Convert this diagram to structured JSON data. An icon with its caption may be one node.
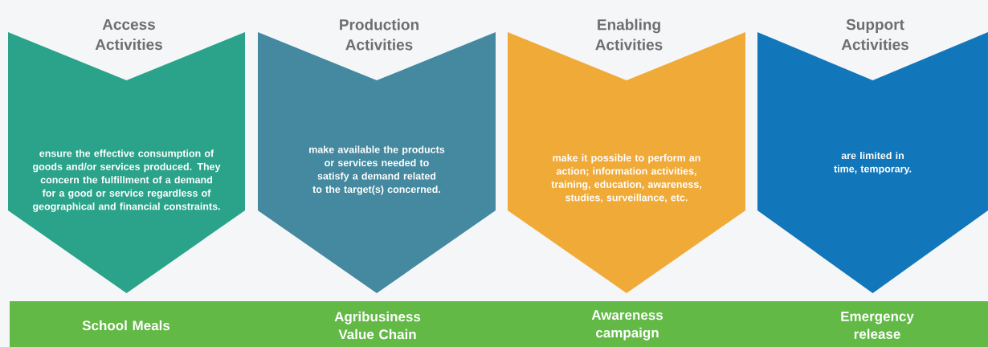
{
  "diagram": {
    "nodes": [
      {
        "text": [
          "Access Activities",
          "ensure the effective consumption of goods and/or services produced. They concern the fulfillment of a demand for a good or service regardless of geographical and financial constraints."
        ]
      },
      {
        "text": [
          "Production Activities",
          "make available the products or services needed to satisfy a demand related to the target(s) concerned."
        ]
      },
      {
        "text": [
          "Enabling Activities",
          "make it possible to perform an action; information activities, training, education, awareness, studies, surveillance, etc."
        ]
      },
      {
        "text": [
          "Support Activities",
          "are limited in time, temporary."
        ]
      },
      {
        "text": [
          "School Meals",
          "Agribusiness Value Chain",
          "Awareness campaign",
          "Emergency release"
        ]
      }
    ]
  }
}
